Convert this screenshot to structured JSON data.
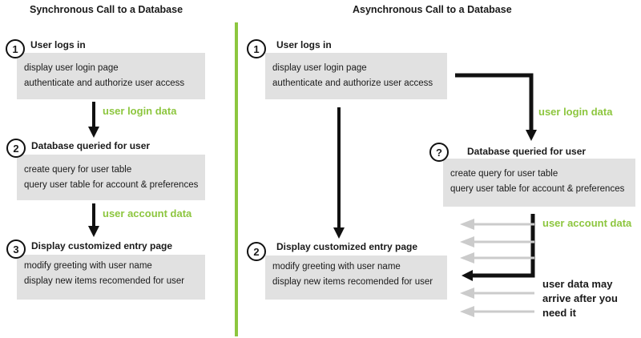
{
  "colors": {
    "accent_green": "#8DC63F",
    "box_fill": "#E1E1E1",
    "late_arrow_gray": "#CBCBCB",
    "ink": "#1A1A1A"
  },
  "left": {
    "title": "Synchronous Call to a Database",
    "steps": [
      {
        "badge": "1",
        "heading": "User logs in",
        "line1": "display user login page",
        "line2": "authenticate and authorize user access"
      },
      {
        "badge": "2",
        "heading": "Database queried for user",
        "line1": "create query for user table",
        "line2": "query user table for account & preferences"
      },
      {
        "badge": "3",
        "heading": "Display customized entry page",
        "line1": "modify greeting with user name",
        "line2": "display new items recomended for user"
      }
    ],
    "labels": {
      "login": "user login data",
      "account": "user account data"
    }
  },
  "right": {
    "title": "Asynchronous Call to a Database",
    "steps": [
      {
        "badge": "1",
        "heading": "User logs in",
        "line1": "display user login page",
        "line2": "authenticate and authorize user access"
      },
      {
        "badge": "?",
        "heading": "Database queried for user",
        "line1": "create query for user table",
        "line2": "query user table for account & preferences"
      },
      {
        "badge": "2",
        "heading": "Display customized entry page",
        "line1": "modify greeting with user name",
        "line2": "display new items recomended for user"
      }
    ],
    "labels": {
      "login": "user login data",
      "account": "user account data"
    },
    "note": "user data may\narrive after you\nneed it"
  }
}
